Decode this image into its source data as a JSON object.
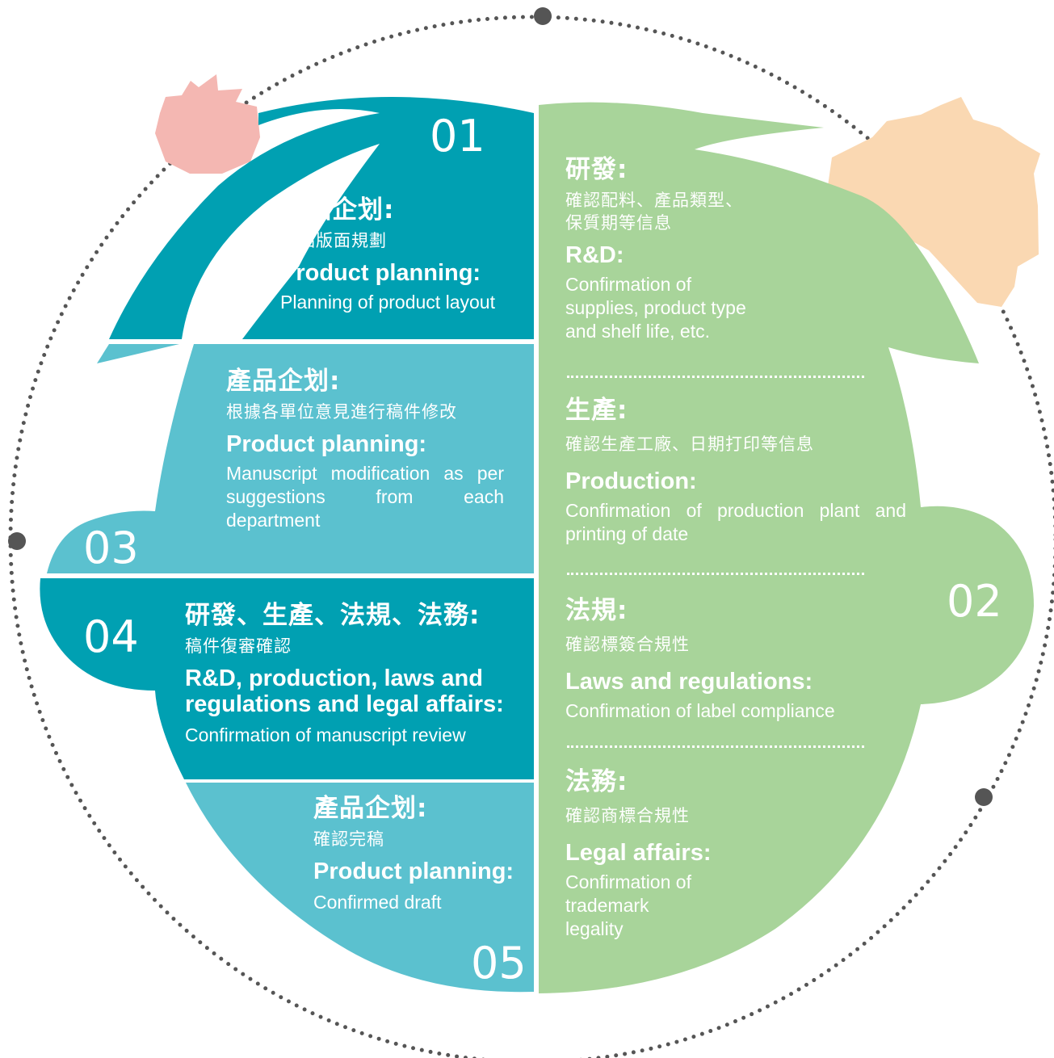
{
  "colors": {
    "step01_04": "#00a0b2",
    "step03_05": "#5bc1cf",
    "step02": "#a8d49a",
    "pink_blob": "#f4b7b2",
    "peach_blob": "#fad8b2",
    "ring": "#555555"
  },
  "steps": {
    "s01": {
      "number": "01",
      "zh_title": "產品企划:",
      "zh_body": "產品版面規劃",
      "en_title": "Product planning:",
      "en_body": "Planning of product layout"
    },
    "s02": {
      "number": "02",
      "sections": [
        {
          "zh_title": "研發:",
          "zh_body": "確認配料、產品類型、\n保質期等信息",
          "en_title": "R&D:",
          "en_body": "Confirmation of\nsupplies, product type\nand shelf life, etc."
        },
        {
          "zh_title": "生產:",
          "zh_body": "確認生產工廠、日期打印等信息",
          "en_title": "Production:",
          "en_body": "Confirmation of production plant and printing of date"
        },
        {
          "zh_title": "法規:",
          "zh_body": "確認標簽合規性",
          "en_title": "Laws and regulations:",
          "en_body": "Confirmation of label compliance"
        },
        {
          "zh_title": "法務:",
          "zh_body": "確認商標合規性",
          "en_title": "Legal affairs:",
          "en_body": "Confirmation of\ntrademark\nlegality"
        }
      ]
    },
    "s03": {
      "number": "03",
      "zh_title": "產品企划:",
      "zh_body": "根據各單位意見進行稿件修改",
      "en_title": "Product planning:",
      "en_body": "Manuscript modification as per suggestions from each department"
    },
    "s04": {
      "number": "04",
      "zh_title": "研發、生產、法規、法務:",
      "zh_body": "稿件復審確認",
      "en_title": "R&D, production, laws and regulations and legal affairs:",
      "en_body": "Confirmation of manuscript review"
    },
    "s05": {
      "number": "05",
      "zh_title": "產品企划:",
      "zh_body": "確認完稿",
      "en_title": "Product planning:",
      "en_body": "Confirmed draft"
    }
  }
}
